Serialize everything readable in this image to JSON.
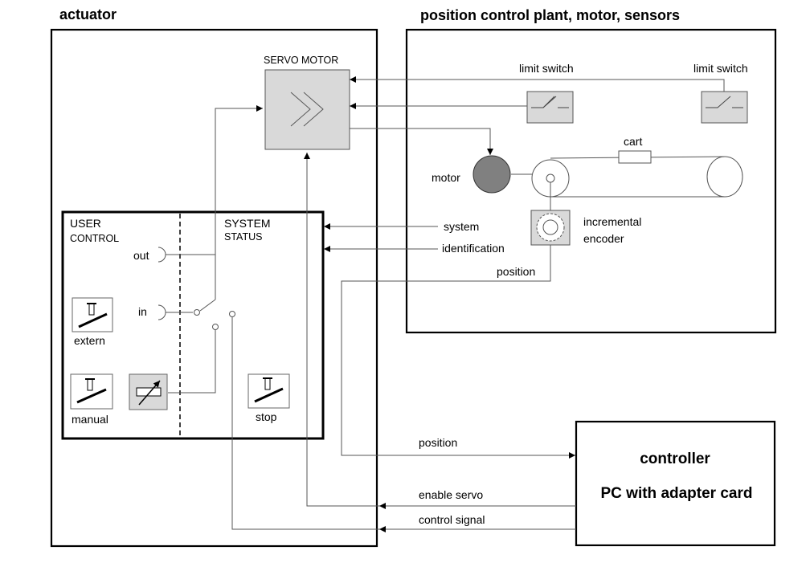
{
  "blocks": {
    "actuator": {
      "title": "actuator"
    },
    "plant": {
      "title": "position control plant, motor, sensors"
    },
    "controller": {
      "line1": "controller",
      "line2": "PC with adapter card"
    }
  },
  "components": {
    "servo_motor": "SERVO MOTOR",
    "limit_switch_left": "limit switch",
    "limit_switch_right": "limit switch",
    "cart": "cart",
    "motor": "motor",
    "encoder_line1": "incremental",
    "encoder_line2": "encoder"
  },
  "panel": {
    "user_control_line1": "USER",
    "user_control_line2": "CONTROL",
    "system_status_line1": "SYSTEM",
    "system_status_line2": "STATUS",
    "out": "out",
    "in": "in",
    "extern": "extern",
    "manual": "manual",
    "stop": "stop"
  },
  "signals": {
    "system": "system",
    "identification": "identification",
    "position_plant": "position",
    "position_controller": "position",
    "enable_servo": "enable servo",
    "control_signal": "control signal"
  }
}
